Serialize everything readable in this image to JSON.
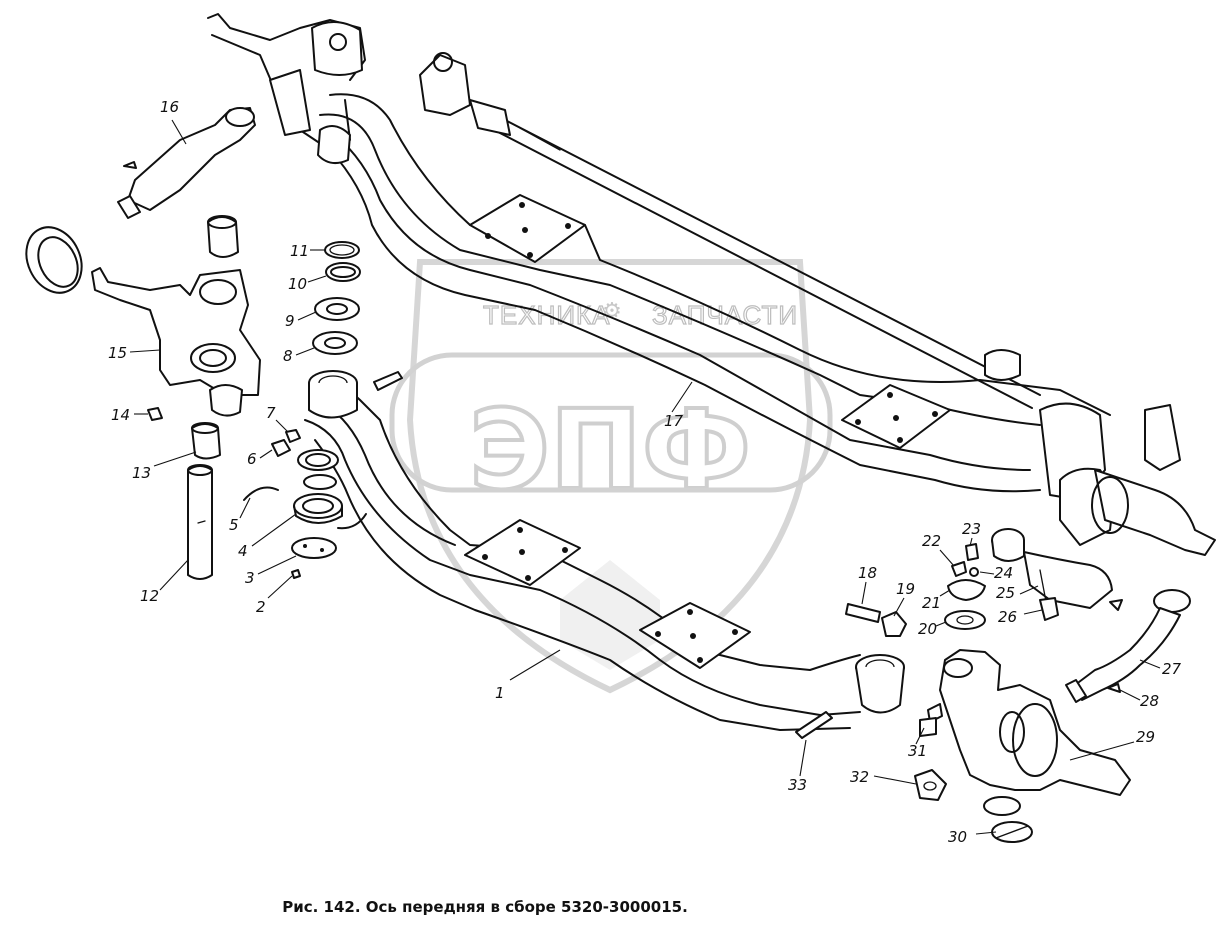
{
  "caption": "Рис. 142. Ось передняя в сборе 5320-3000015.",
  "watermark": {
    "line1": "ТЕХНИКА",
    "line2": "ЗАПЧАСТИ",
    "logo": "ЭПФ"
  },
  "callouts": [
    "1",
    "2",
    "3",
    "4",
    "5",
    "6",
    "7",
    "8",
    "9",
    "10",
    "11",
    "12",
    "13",
    "14",
    "15",
    "16",
    "17",
    "18",
    "19",
    "20",
    "21",
    "22",
    "23",
    "24",
    "25",
    "26",
    "27",
    "28",
    "29",
    "30",
    "31",
    "32",
    "33"
  ],
  "colors": {
    "ink": "#111111",
    "background": "#ffffff",
    "watermark": "#d6d6d6"
  }
}
